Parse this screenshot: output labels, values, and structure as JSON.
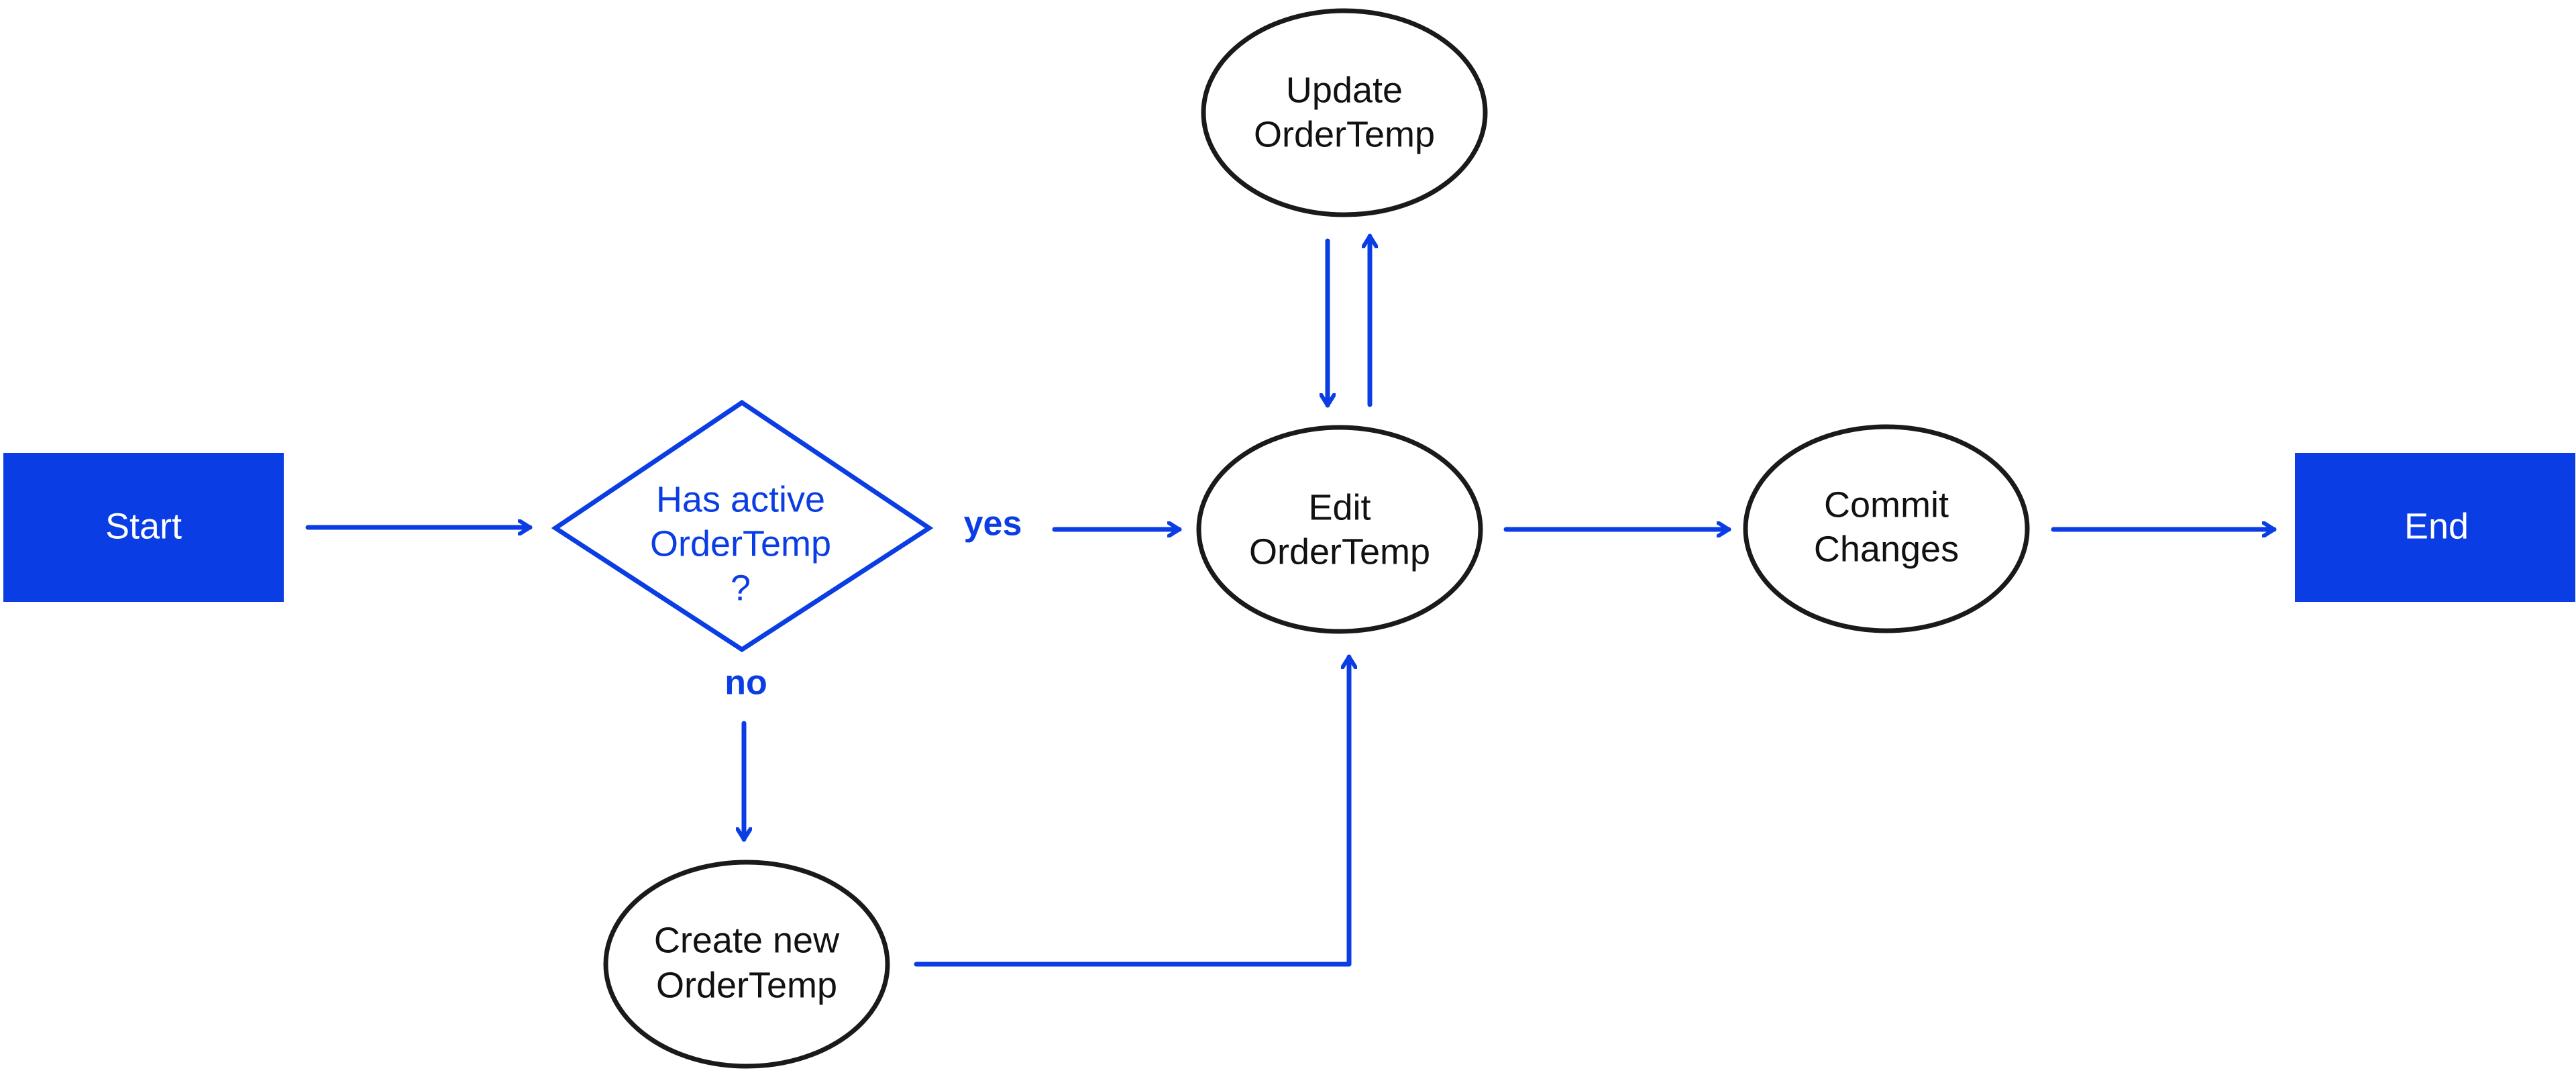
{
  "colors": {
    "accent": "#0a3de3",
    "node_stroke": "#1a1a1a",
    "node_text": "#111111",
    "terminal_text": "#ffffff",
    "background": "#ffffff"
  },
  "nodes": {
    "start": {
      "label": "Start",
      "shape": "rectangle"
    },
    "decision": {
      "lines": [
        "Has active",
        "OrderTemp",
        "?"
      ],
      "shape": "diamond"
    },
    "update": {
      "lines": [
        "Update",
        "OrderTemp"
      ],
      "shape": "ellipse"
    },
    "edit": {
      "lines": [
        "Edit",
        "OrderTemp"
      ],
      "shape": "ellipse"
    },
    "commit": {
      "lines": [
        "Commit",
        "Changes"
      ],
      "shape": "ellipse"
    },
    "create": {
      "lines": [
        "Create new",
        "OrderTemp"
      ],
      "shape": "ellipse"
    },
    "end": {
      "label": "End",
      "shape": "rectangle"
    }
  },
  "edge_labels": {
    "yes": "yes",
    "no": "no"
  },
  "edges": [
    {
      "from": "start",
      "to": "decision"
    },
    {
      "from": "decision",
      "to": "edit",
      "label": "yes"
    },
    {
      "from": "decision",
      "to": "create",
      "label": "no"
    },
    {
      "from": "edit",
      "to": "update"
    },
    {
      "from": "update",
      "to": "edit"
    },
    {
      "from": "create",
      "to": "edit"
    },
    {
      "from": "edit",
      "to": "commit"
    },
    {
      "from": "commit",
      "to": "end"
    }
  ]
}
